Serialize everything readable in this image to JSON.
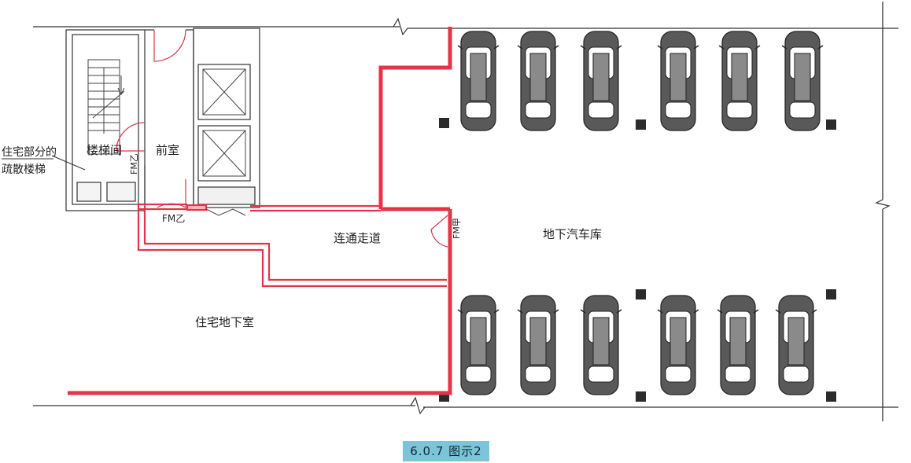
{
  "labels": {
    "stair_hall": "楼梯间",
    "anteroom": "前室",
    "residential_stair_line1": "住宅部分的",
    "residential_stair_line2": "疏散楼梯",
    "door_fm_b_vertical": "FM乙",
    "door_fm_b_horizontal": "FM乙",
    "door_fm_a": "FM甲",
    "corridor": "连通走道",
    "garage": "地下汽车库",
    "residential_basement": "住宅地下室"
  },
  "caption": "6.0.7 图示2",
  "colors": {
    "fire_wall": "#e8324a",
    "fire_wall_inner": "#ffb8c2",
    "wall": "#333333",
    "car_body": "#595959",
    "car_glass": "#8a8a8a",
    "column": "#2b2b2b",
    "caption_bg": "#7cc4d8"
  },
  "icons": [
    "stair-icon",
    "elevator-icon",
    "car-icon",
    "door-swing-icon",
    "break-line-icon",
    "column-icon"
  ]
}
